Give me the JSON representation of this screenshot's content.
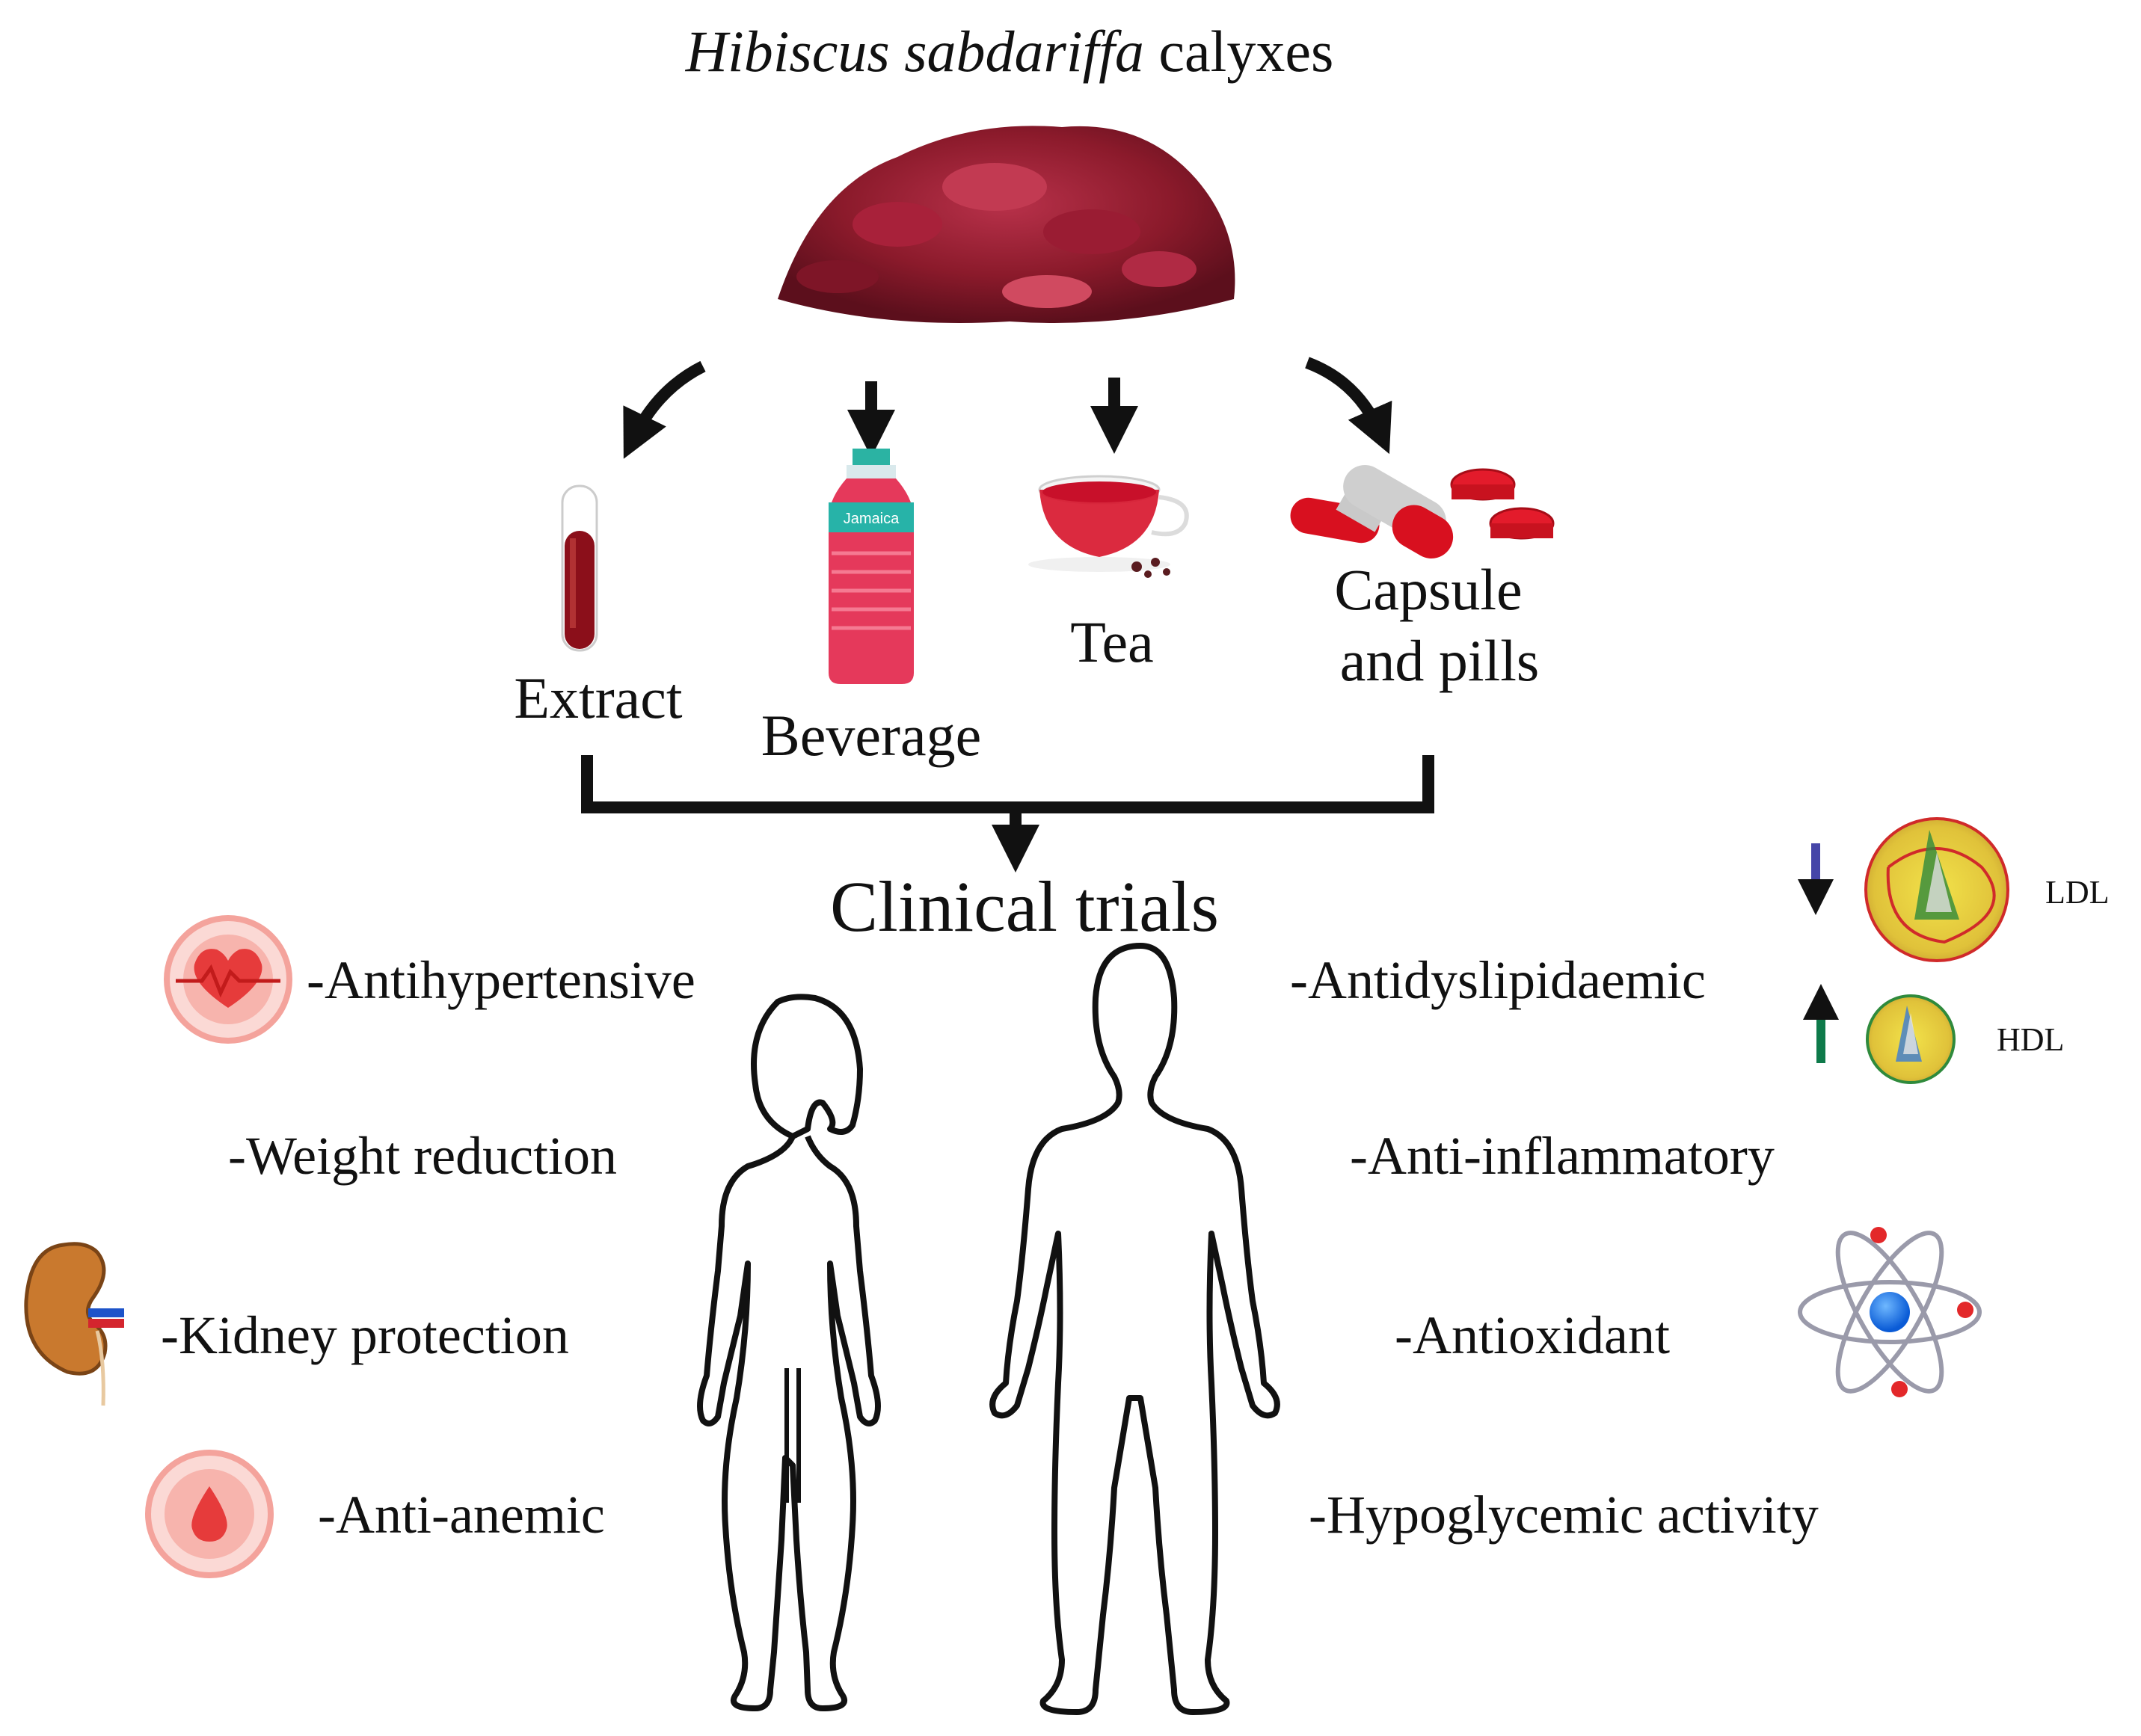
{
  "title": {
    "italic": "Hibiscus sabdariffa",
    "rest": " calyxes"
  },
  "products": {
    "extract": "Extract",
    "beverage": "Beverage",
    "beverage_bottle_label": "Jamaica",
    "tea": "Tea",
    "capsule_line1": "Capsule",
    "capsule_line2": "and pills"
  },
  "clinical_trials": "Clinical trials",
  "effects_left": {
    "antihypertensive": "-Antihypertensive",
    "weight_reduction": "-Weight reduction",
    "kidney_protection": "-Kidney protection",
    "anti_anemic": "-Anti-anemic"
  },
  "effects_right": {
    "antidyslipidaemic": "-Antidyslipidaemic",
    "anti_inflammatory": "-Anti-inflammatory",
    "antioxidant": "-Antioxidant",
    "hypoglycemic": "-Hypoglycemic activity"
  },
  "lipids": {
    "ldl": "LDL",
    "hdl": "HDL"
  },
  "colors": {
    "hibiscus": "#8b1a2b",
    "red": "#e0202a",
    "pink_ring": "#f6b6b0",
    "arrow_down": "#4646a8",
    "arrow_up": "#0e7a4a",
    "stroke": "#111111"
  }
}
